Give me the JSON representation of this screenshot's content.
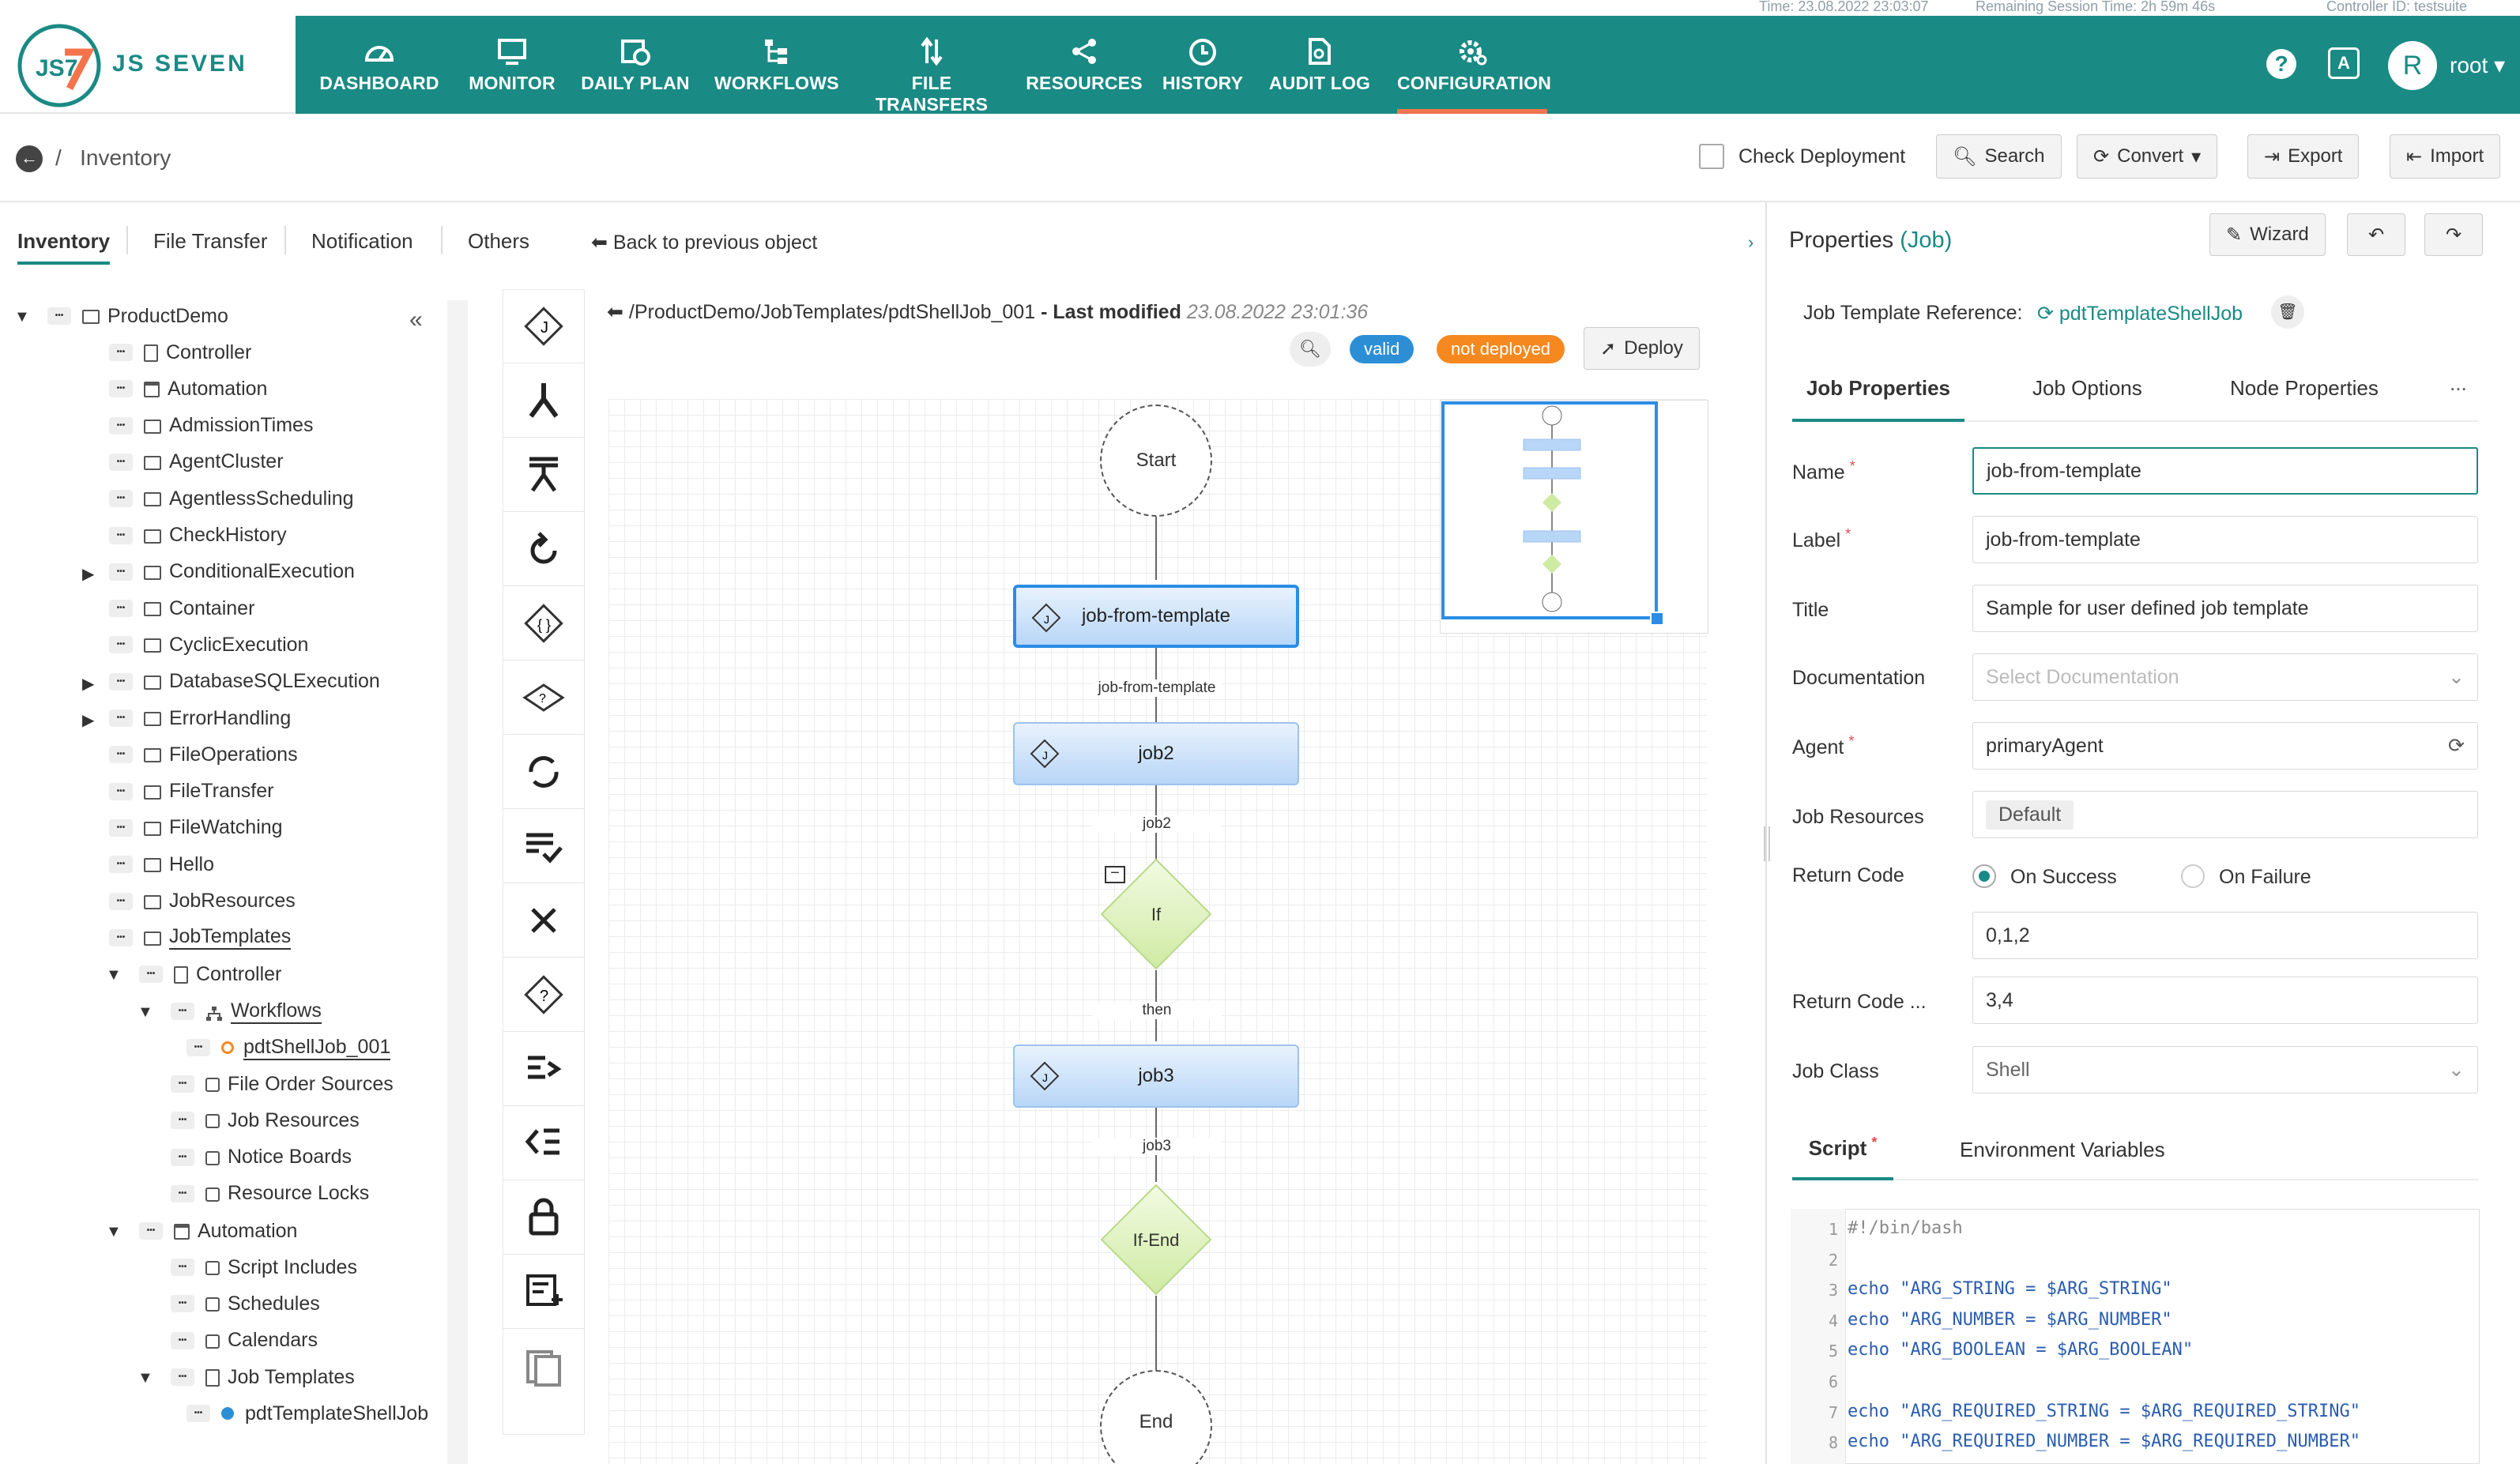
{
  "status": {
    "time": "Time: 23.08.2022 23:03:07",
    "session": "Remaining Session Time: 2h 59m 46s",
    "controller": "Controller ID: testsuite"
  },
  "brand": {
    "name": "JS SEVEN",
    "logo_mark": "JS7",
    "accent": "#1a8a84",
    "highlight": "#f2734c"
  },
  "nav": {
    "items": [
      {
        "label": "DASHBOARD",
        "icon": "dashboard-icon"
      },
      {
        "label": "MONITOR",
        "icon": "monitor-icon"
      },
      {
        "label": "DAILY PLAN",
        "icon": "calendar-clock-icon"
      },
      {
        "label": "WORKFLOWS",
        "icon": "workflow-icon"
      },
      {
        "label": "FILE TRANSFERS",
        "icon": "transfer-icon"
      },
      {
        "label": "RESOURCES",
        "icon": "share-icon"
      },
      {
        "label": "HISTORY",
        "icon": "clock-icon"
      },
      {
        "label": "AUDIT LOG",
        "icon": "audit-icon"
      },
      {
        "label": "CONFIGURATION",
        "icon": "gear-icon"
      }
    ],
    "user_initial": "R",
    "user": "root"
  },
  "breadcrumb": {
    "title": "Inventory",
    "check_deployment": "Check Deployment",
    "search": "Search",
    "convert": "Convert",
    "export": "Export",
    "import": "Import"
  },
  "subtabs": [
    "Inventory",
    "File Transfer",
    "Notification",
    "Others"
  ],
  "back_link": "Back to previous object",
  "tree": {
    "root": "ProductDemo",
    "items": [
      "Controller",
      "Automation",
      "AdmissionTimes",
      "AgentCluster",
      "AgentlessScheduling",
      "CheckHistory",
      "ConditionalExecution",
      "Container",
      "CyclicExecution",
      "DatabaseSQLExecution",
      "ErrorHandling",
      "FileOperations",
      "FileTransfer",
      "FileWatching",
      "Hello",
      "JobResources",
      "JobTemplates"
    ],
    "jt_controller": "Controller",
    "workflows": "Workflows",
    "selected_workflow": "pdtShellJob_001",
    "controller_children": [
      "File Order Sources",
      "Job Resources",
      "Notice Boards",
      "Resource Locks"
    ],
    "automation": "Automation",
    "automation_children": [
      "Script Includes",
      "Schedules",
      "Calendars"
    ],
    "job_templates": "Job Templates",
    "job_template_item": "pdtTemplateShellJob"
  },
  "editor": {
    "path": "/ProductDemo/JobTemplates/pdtShellJob_001",
    "last_modified_label": "- Last modified",
    "last_modified": "23.08.2022 23:01:36",
    "valid": "valid",
    "not_deployed": "not deployed",
    "deploy": "Deploy",
    "nodes": {
      "start": "Start",
      "job1": "job-from-template",
      "job1_label": "job-from-template",
      "job2": "job2",
      "job2_label": "job2",
      "if": "If",
      "then": "then",
      "job3": "job3",
      "job3_label": "job3",
      "ifend": "If-End",
      "end": "End"
    }
  },
  "props": {
    "title": "Properties",
    "subtitle": "(Job)",
    "wizard": "Wizard",
    "template_ref_label": "Job Template Reference:",
    "template_ref": "pdtTemplateShellJob",
    "tabs": [
      "Job Properties",
      "Job Options",
      "Node Properties"
    ],
    "more": "...",
    "name_label": "Name",
    "name": "job-from-template",
    "label_label": "Label",
    "label": "job-from-template",
    "title_label": "Title",
    "title_value": "Sample for user defined job template",
    "doc_label": "Documentation",
    "doc_placeholder": "Select Documentation",
    "agent_label": "Agent",
    "agent": "primaryAgent",
    "resources_label": "Job Resources",
    "resources_value": "Default",
    "rc_label": "Return Code",
    "on_success": "On Success",
    "on_failure": "On Failure",
    "rc_value": "0,1,2",
    "rc2_label": "Return Code ...",
    "rc2_value": "3,4",
    "job_class_label": "Job Class",
    "job_class": "Shell",
    "script_tab": "Script",
    "env_tab": "Environment Variables",
    "script": [
      {
        "n": "1",
        "t": "#!/bin/bash"
      },
      {
        "n": "2",
        "t": ""
      },
      {
        "n": "3",
        "t": "echo \"ARG_STRING = $ARG_STRING\""
      },
      {
        "n": "4",
        "t": "echo \"ARG_NUMBER = $ARG_NUMBER\""
      },
      {
        "n": "5",
        "t": "echo \"ARG_BOOLEAN = $ARG_BOOLEAN\""
      },
      {
        "n": "6",
        "t": ""
      },
      {
        "n": "7",
        "t": "echo \"ARG_REQUIRED_STRING = $ARG_REQUIRED_STRING\""
      },
      {
        "n": "8",
        "t": "echo \"ARG_REQUIRED_NUMBER = $ARG_REQUIRED_NUMBER\""
      }
    ]
  }
}
